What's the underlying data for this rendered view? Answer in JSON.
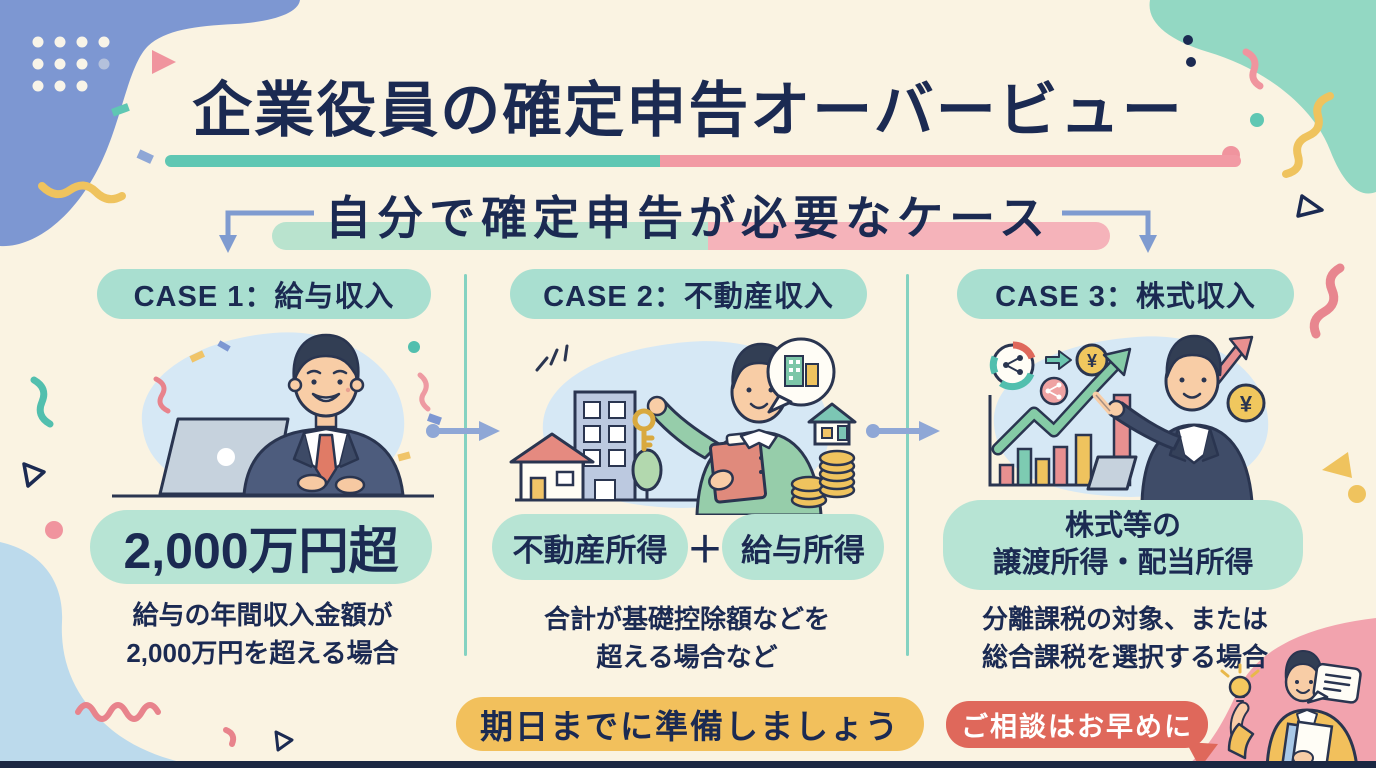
{
  "header": {
    "title": "企業役員の確定申告オーバービュー",
    "subtitle": "自分で確定申告が必要なケース"
  },
  "cases": [
    {
      "label": "CASE 1：給与収入",
      "amount": "2,000万円超",
      "desc1": "給与の年間収入金額が",
      "desc2": "2,000万円を超える場合"
    },
    {
      "label": "CASE 2：不動産収入",
      "pill_left": "不動産所得",
      "plus": "＋",
      "pill_right": "給与所得",
      "desc1": "合計が基礎控除額などを",
      "desc2": "超える場合など"
    },
    {
      "label": "CASE 3：株式収入",
      "pill_line1": "株式等の",
      "pill_line2": "譲渡所得・配当所得",
      "desc1": "分離課税の対象、または",
      "desc2": "総合課税を選択する場合"
    }
  ],
  "footer": {
    "deadline_badge": "期日までに準備しましょう",
    "consult_badge": "ご相談はお早めに"
  },
  "icons": {
    "illustration_case1": "businessman-at-laptop-illustration",
    "illustration_case2": "landlord-with-key-and-properties-illustration",
    "illustration_case3": "investor-with-stock-charts-illustration",
    "illustration_footer": "advisor-with-lightbulb-illustration",
    "yen_symbol": "¥"
  },
  "colors": {
    "background": "#FAF3E2",
    "text_navy": "#1B2A52",
    "accent_teal": "#5FC7B3",
    "accent_pink": "#F29AA4",
    "pill_mint": "#A9DFD0",
    "badge_yellow": "#F2C05C",
    "badge_red": "#DF685B",
    "blob_blue": "#7D97D2",
    "blob_mint": "#93D8C3",
    "blob_lightblue": "#BCDAEC",
    "blob_pink": "#F2A3AE",
    "connector_blue": "#8FA7D6"
  }
}
